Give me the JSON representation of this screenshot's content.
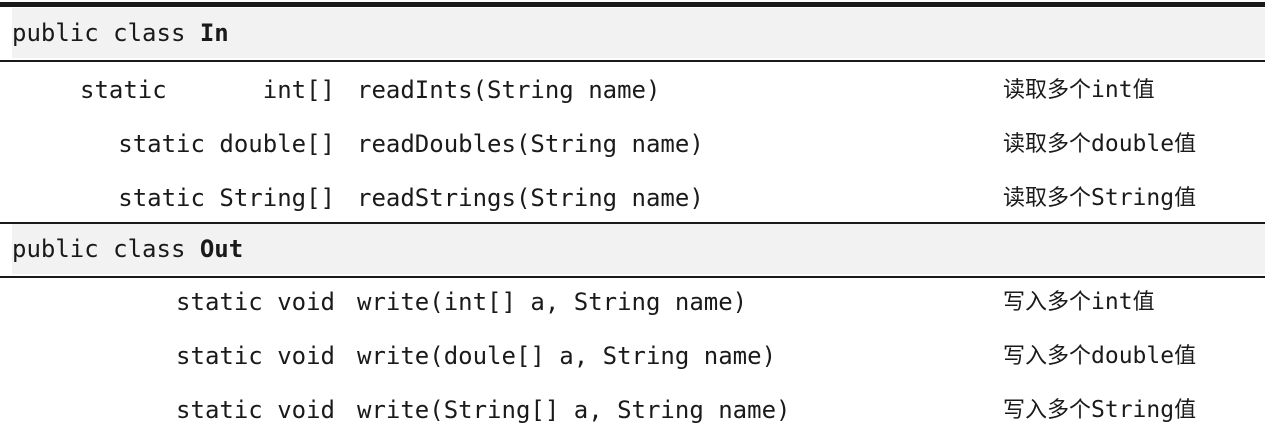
{
  "sections": [
    {
      "prefix": "public class ",
      "class_name": "In",
      "methods": [
        {
          "modifier": "static",
          "ret": "int[]",
          "signature": "readInts(String name)",
          "desc_pre": "读取多个",
          "desc_type": "int",
          "desc_post": "值"
        },
        {
          "modifier": "static",
          "ret": "double[]",
          "signature": "readDoubles(String name)",
          "desc_pre": "读取多个",
          "desc_type": "double",
          "desc_post": "值"
        },
        {
          "modifier": "static",
          "ret": "String[]",
          "signature": "readStrings(String name)",
          "desc_pre": "读取多个",
          "desc_type": "String",
          "desc_post": "值"
        }
      ]
    },
    {
      "prefix": "public class ",
      "class_name": "Out",
      "methods": [
        {
          "modifier": "static",
          "ret": "void",
          "signature": "write(int[] a, String name)",
          "desc_pre": "写入多个",
          "desc_type": "int",
          "desc_post": "值"
        },
        {
          "modifier": "static",
          "ret": "void",
          "signature": "write(doule[] a, String name)",
          "desc_pre": "写入多个",
          "desc_type": "double",
          "desc_post": "值"
        },
        {
          "modifier": "static",
          "ret": "void",
          "signature": "write(String[] a, String name)",
          "desc_pre": "写入多个",
          "desc_type": "String",
          "desc_post": "值"
        }
      ]
    }
  ]
}
